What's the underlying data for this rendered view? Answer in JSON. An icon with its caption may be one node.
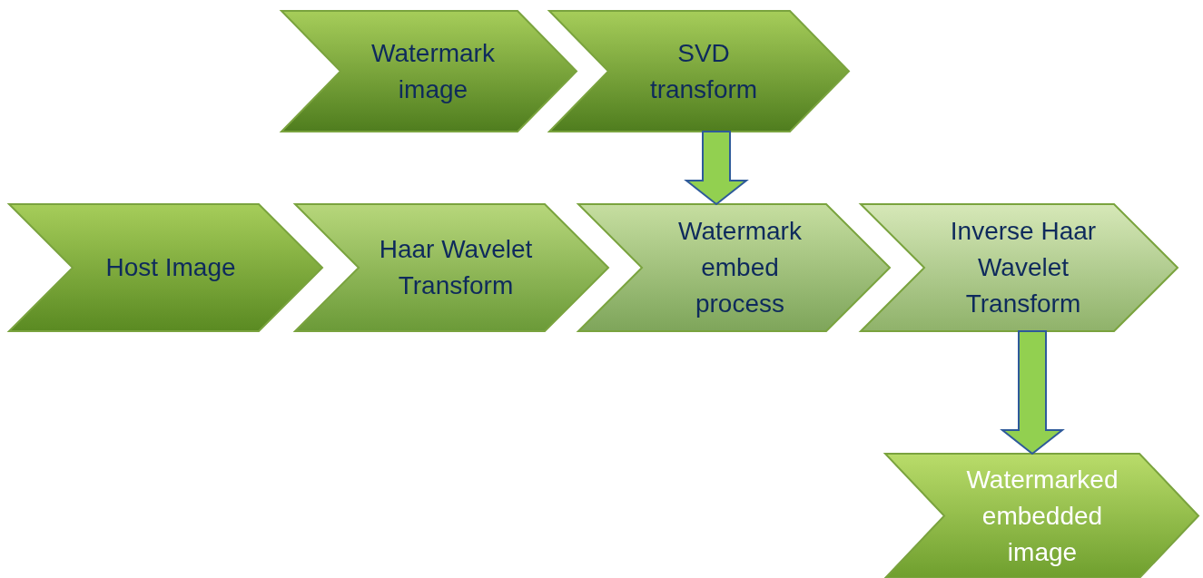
{
  "diagram": {
    "nodes": [
      {
        "text": [
          "Watermark image"
        ]
      },
      {
        "text": [
          "SVD transform"
        ]
      },
      {
        "text": [
          "Host Image"
        ]
      },
      {
        "text": [
          "Haar Wavelet Transform"
        ]
      },
      {
        "text": [
          "Watermark embed process"
        ]
      },
      {
        "text": [
          "Inverse Haar Wavelet Transform"
        ]
      },
      {
        "text": [
          "Watermarked embedded image"
        ]
      }
    ],
    "edges": [
      {
        "from": 1,
        "to": 4,
        "arrow": "to"
      },
      {
        "from": 5,
        "to": 6,
        "arrow": "to"
      }
    ]
  }
}
